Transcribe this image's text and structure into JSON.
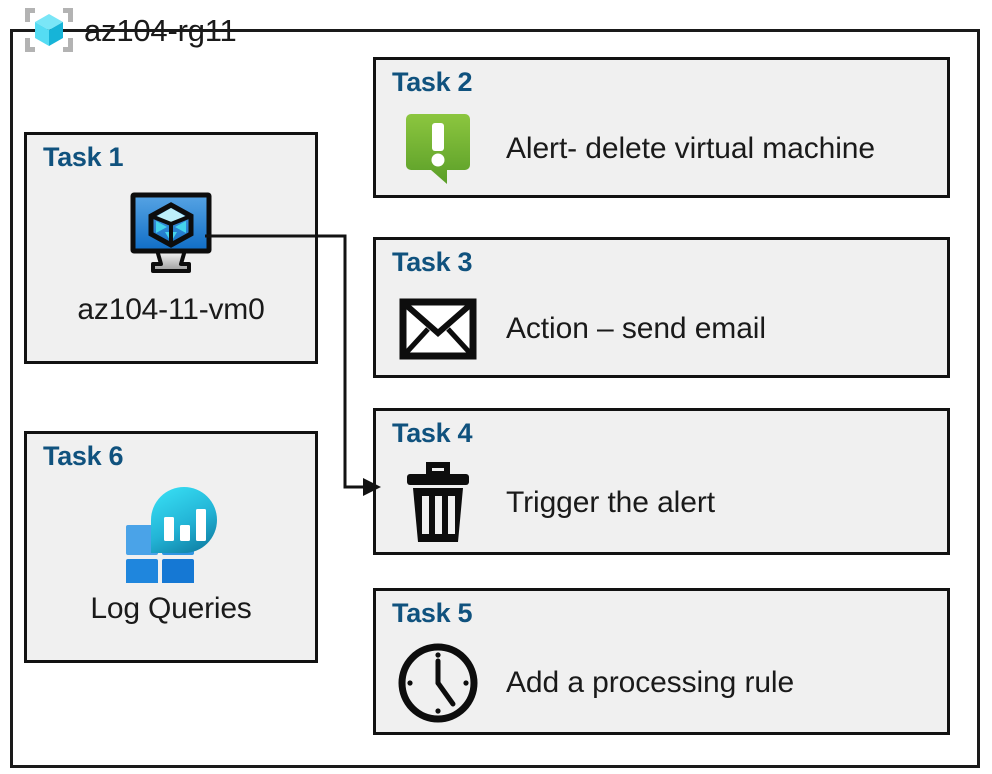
{
  "resource_group": {
    "name": "az104-rg11",
    "icon": "resource-group-cube-icon"
  },
  "colors": {
    "task_heading": "#10527e",
    "box_fill": "#f0f0f0",
    "box_border": "#121212",
    "rg_icon_cube_light": "#7ae6f7",
    "rg_icon_cube_mid": "#22c8e8",
    "rg_icon_cube_dark": "#16b4d8",
    "rg_icon_bracket": "#b3b3b3",
    "vm_screen_top": "#4a9ae0",
    "vm_screen_bottom": "#1271c9",
    "alert_green_top": "#8cc63f",
    "alert_green_bottom": "#5a9e28",
    "loganalytics_square_light": "#4aa3e8",
    "loganalytics_square_dark": "#1f86dd",
    "loganalytics_blob_top": "#31d2ee",
    "loganalytics_blob_bottom": "#1184a8",
    "connector": "#121212"
  },
  "tasks": [
    {
      "id": "task1",
      "heading": "Task 1",
      "label": "az104-11-vm0",
      "icon": "virtual-machine-icon",
      "column": "left"
    },
    {
      "id": "task2",
      "heading": "Task 2",
      "label": "Alert- delete virtual machine",
      "icon": "alert-exclamation-bubble-icon",
      "column": "right"
    },
    {
      "id": "task3",
      "heading": "Task 3",
      "label": "Action – send email",
      "icon": "envelope-icon",
      "column": "right"
    },
    {
      "id": "task4",
      "heading": "Task 4",
      "label": "Trigger the alert",
      "icon": "trash-can-icon",
      "column": "right"
    },
    {
      "id": "task5",
      "heading": "Task 5",
      "label": "Add a processing rule",
      "icon": "clock-icon",
      "column": "right"
    },
    {
      "id": "task6",
      "heading": "Task 6",
      "label": "Log Queries",
      "icon": "log-analytics-icon",
      "column": "left"
    }
  ],
  "connectors": [
    {
      "name": "vm-to-trigger-alert-connector",
      "from": "task1",
      "to": "task4",
      "arrowhead": "end"
    }
  ]
}
